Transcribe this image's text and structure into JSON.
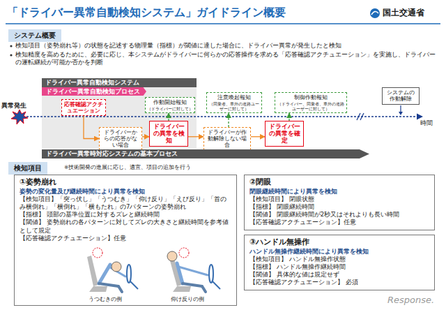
{
  "diagram": {
    "title": "「ドライバー異常自動検知システム」ガイドライン概要",
    "nodes": [
      {
        "text": [
          "システム概要"
        ]
      },
      {
        "text": [
          "ドライバー異常自動検知システム"
        ]
      },
      {
        "text": [
          "ドライバー異常自動検知プロセス"
        ],
        "in": 1
      },
      {
        "text": [
          "応答確認アクチュエーション"
        ],
        "in": 1
      },
      {
        "text": [
          "作動開始報知",
          "（ドライバーに対して）"
        ],
        "in": 1
      },
      {
        "text": [
          "ドライバーからの応答がない場合"
        ],
        "in": 1
      },
      {
        "text": [
          "ドライバーの異常を検知"
        ],
        "in": 1
      },
      {
        "text": [
          "注意喚起報知",
          "（同乗者、車外の道路ユーザーに対して）"
        ]
      },
      {
        "text": [
          "制御作動報知",
          "（ドライバー、同乗者、車外の道路ユーザーに対して）"
        ]
      },
      {
        "text": [
          "システムの作動解除"
        ]
      },
      {
        "text": [
          "ドライバーが作動解除しない場合"
        ]
      },
      {
        "text": [
          "ドライバーの異常を確定"
        ]
      },
      {
        "text": [
          "ドライバー異常時対応システムの基本プロセス"
        ]
      },
      {
        "text": [
          "検知項目"
        ]
      },
      {
        "text": [
          "①姿勢崩れ",
          "姿勢の変化量及び継続時間により異常を検知",
          "【検知項目】「突っ伏し」「うつむき」「仰け反り」「えび反り」「首のみ横倒れ」「横倒れ」「横もたれ」の7パターンの姿勢崩れ",
          "【指標】 頭部の基準位置に対するズレと継続時間",
          "【閾値】 姿勢崩れの各パターンに対してズレの大きさと継続時間を参考値として規定",
          "【応答確認アクチュエーション】任意"
        ]
      },
      {
        "text": [
          "②閉眼",
          "閉眼継続時間により異常を検知",
          "【検知項目】 閉眼状態",
          "【指標】 閉眼継続時間",
          "【閾値】 閉眼継続時間が2秒又はそれよりも長い時間",
          "【応答確認アクチュエーション】任意"
        ]
      },
      {
        "text": [
          "③ハンドル無操作",
          "ハンドル無操作継続時間により異常を検知",
          "【検知項目】 ハンドル無操作状態",
          "【指標】 ハンドル無操作継続時間",
          "【閾値】 具体的な値は規定せず",
          "【応答確認アクチュエーション】 必須"
        ]
      }
    ],
    "edges": [
      {
        "from": 3,
        "to": 5,
        "arrow": "to"
      },
      {
        "from": 5,
        "to": 6,
        "arrow": "to"
      },
      {
        "from": 6,
        "to": 10,
        "arrow": "to"
      },
      {
        "from": 10,
        "to": 11,
        "arrow": "to"
      },
      {
        "from": 6,
        "to": 4,
        "arrow": "to"
      },
      {
        "from": 10,
        "to": 7,
        "arrow": "to"
      },
      {
        "from": 11,
        "to": 8,
        "arrow": "to"
      }
    ],
    "labels": [
      "国土交通省",
      "検知項目（姿勢崩れ等）の状態を記述する物理量（指標）が閾値に達した場合に、ドライバー異常が発生したと検知",
      "検知精度を高めるために、必要に応じ、本システムがドライバーに何らかの応答操作を求める「応答確認アクチュエーション」を実施し、ドライバーの運転継続が可能か否かを判断",
      "異常発生",
      "時間",
      "※技術開発の進展に応じ、適宜、項目の追加を行う",
      "うつむきの例",
      "仰け反りの例",
      "Response."
    ]
  }
}
